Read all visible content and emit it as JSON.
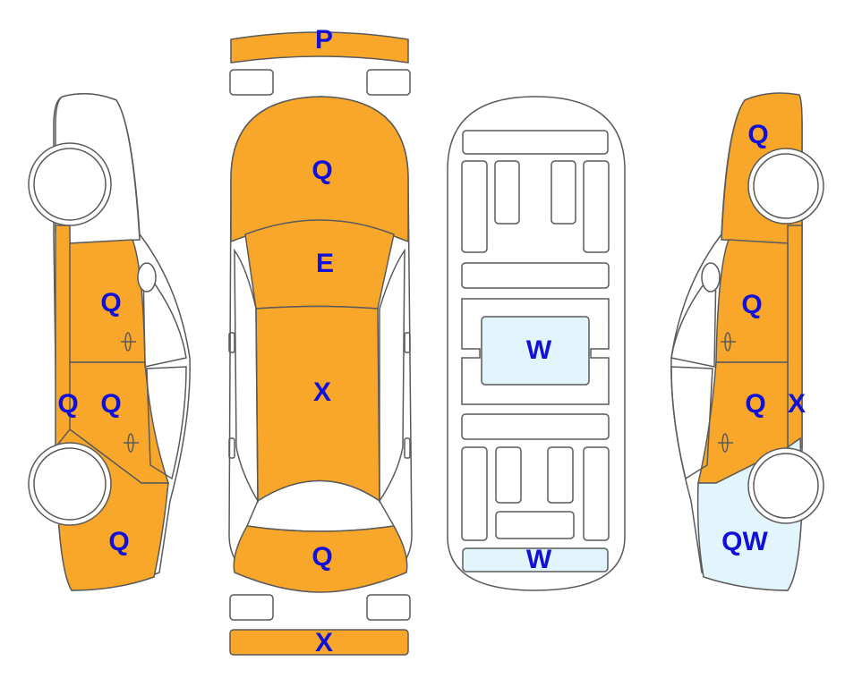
{
  "colors": {
    "damaged": "#F9A72A",
    "light": "#E3F5FC",
    "none": "#FFFFFF",
    "stroke": "#5A5A5A",
    "label": "#1010D8"
  },
  "icons": {
    "wheel": "wheel-icon",
    "door-handle": "door-handle-icon",
    "mirror": "side-mirror-icon"
  },
  "labels": {
    "front_bumper": "P",
    "hood": "Q",
    "windshield": "E",
    "roof": "X",
    "trunk": "Q",
    "rear_bumper": "X",
    "underbody_center": "W",
    "underbody_rear": "W",
    "left_front_door": "Q",
    "left_rear_door": "Q",
    "left_rocker": "Q",
    "left_rear_fender": "Q",
    "right_front_fender": "Q",
    "right_front_door": "Q",
    "right_rear_door": "Q",
    "right_pillar": "X",
    "right_rear_fender": "QW"
  }
}
